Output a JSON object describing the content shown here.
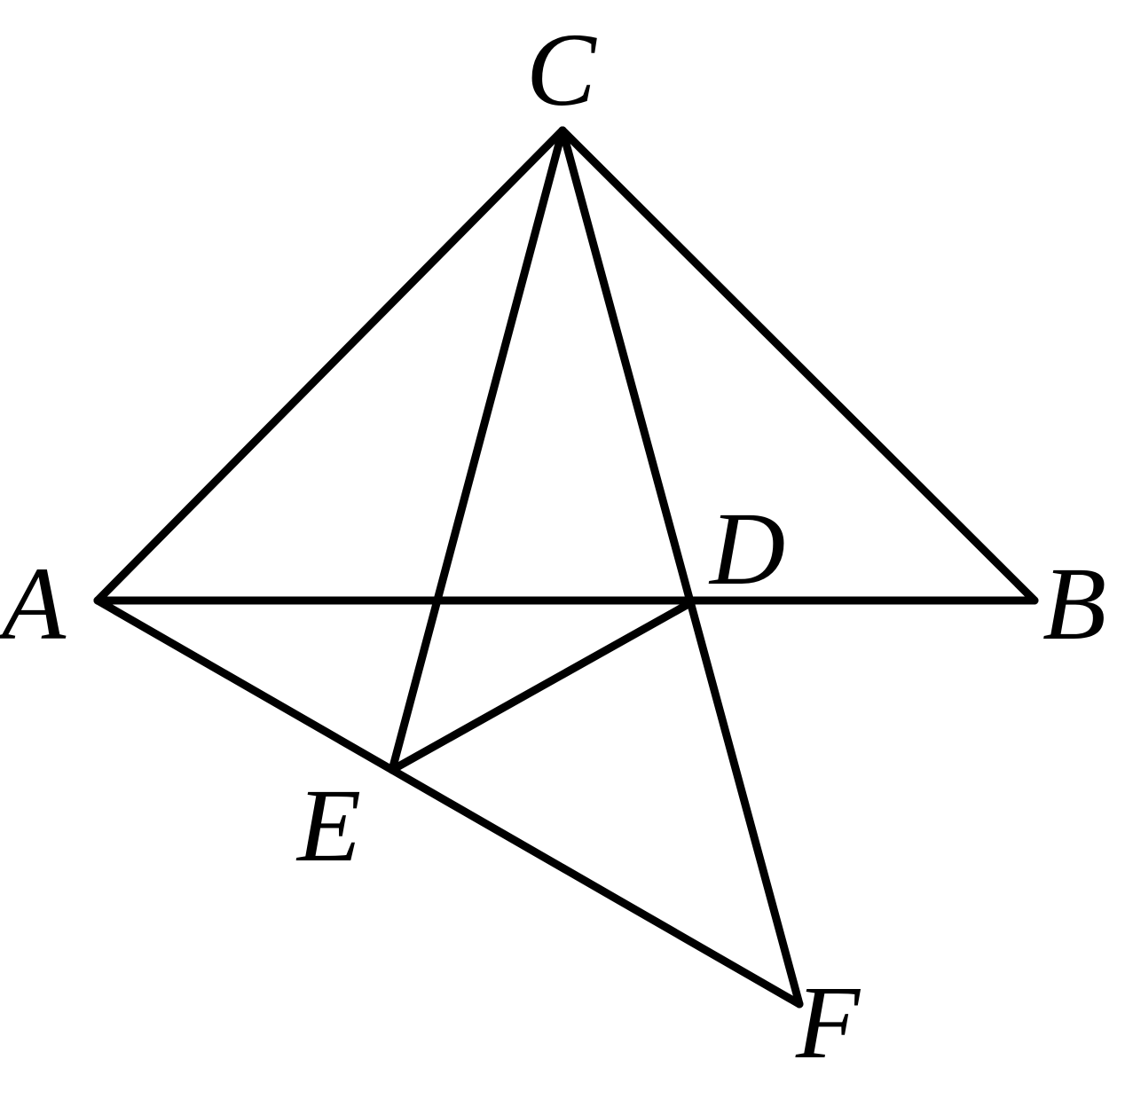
{
  "points": {
    "A": {
      "label": "A"
    },
    "B": {
      "label": "B"
    },
    "C": {
      "label": "C"
    },
    "D": {
      "label": "D"
    },
    "E": {
      "label": "E"
    },
    "F": {
      "label": "F"
    }
  },
  "segments": [
    [
      "A",
      "C"
    ],
    [
      "C",
      "B"
    ],
    [
      "A",
      "B"
    ],
    [
      "C",
      "E"
    ],
    [
      "C",
      "F"
    ],
    [
      "A",
      "F"
    ],
    [
      "E",
      "D"
    ]
  ],
  "style": {
    "stroke_color": "#000000",
    "background": "#ffffff"
  }
}
